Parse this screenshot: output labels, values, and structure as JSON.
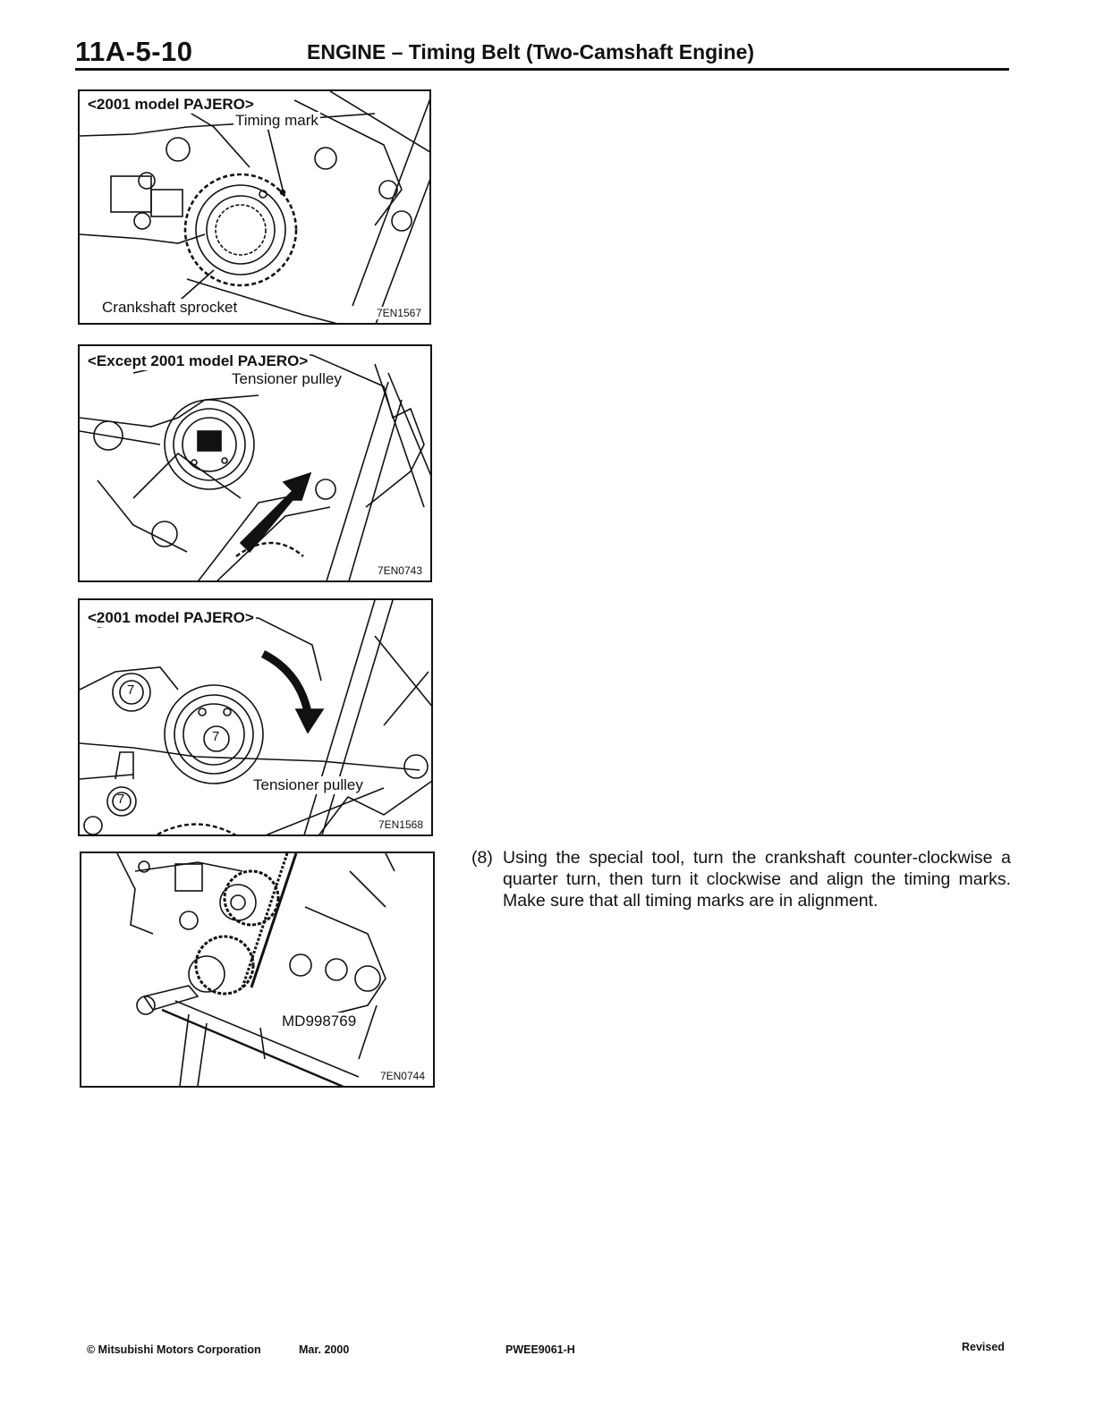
{
  "header": {
    "page_number": "11A-5-10",
    "title": "ENGINE – Timing Belt (Two-Camshaft Engine)"
  },
  "figures": [
    {
      "tag": "<2001 model PAJERO>",
      "labels": [
        "Timing mark",
        "Crankshaft sprocket"
      ],
      "code": "7EN1567"
    },
    {
      "tag": "<Except 2001 model PAJERO>",
      "labels": [
        "Tensioner pulley"
      ],
      "code": "7EN0743"
    },
    {
      "tag": "<2001 model PAJERO>",
      "labels": [
        "Tensioner pulley"
      ],
      "code": "7EN1568",
      "bolt_markings": [
        "7",
        "7",
        "7"
      ]
    },
    {
      "tag": "",
      "labels": [
        "MD998769"
      ],
      "code": "7EN0744"
    }
  ],
  "step": {
    "number": "(8)",
    "text": "Using the special tool, turn the crankshaft counter-clockwise a quarter turn, then turn it clockwise and align the timing marks. Make sure that all timing marks are in alignment."
  },
  "footer": {
    "copyright": "© Mitsubishi Motors Corporation",
    "date": "Mar. 2000",
    "doc_code": "PWEE9061-H",
    "status": "Revised"
  }
}
